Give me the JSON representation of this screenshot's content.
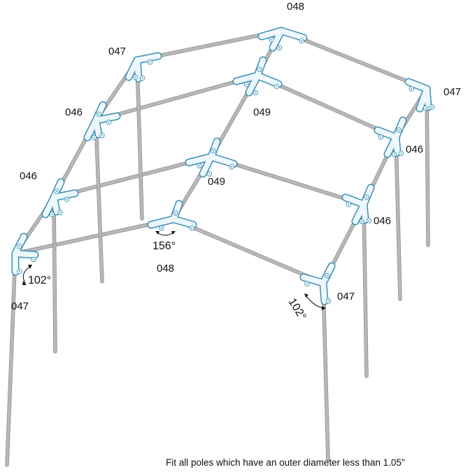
{
  "labels": {
    "top_ridge": "048",
    "back_left_corner": "047",
    "back_right_corner": "047",
    "left_side_upper": "046",
    "left_side_lower": "046",
    "middle_ridge_back": "049",
    "middle_ridge_front": "049",
    "right_side_upper": "046",
    "right_side_lower": "046",
    "front_ridge": "048",
    "front_left_corner": "047",
    "front_right_corner": "047"
  },
  "angles": {
    "front_ridge": "156°",
    "front_left": "102°",
    "front_right": "102°"
  },
  "footnote": "Fit all poles which have an outer diameter less than 1.05\""
}
